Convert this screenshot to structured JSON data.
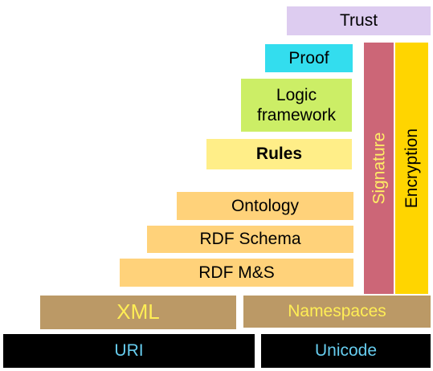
{
  "layers": {
    "trust": {
      "label": "Trust",
      "bg": "#ddccf0",
      "fg": "#000000"
    },
    "proof": {
      "label": "Proof",
      "bg": "#33ddee",
      "fg": "#000000"
    },
    "logic": {
      "label": "Logic\nframework",
      "bg": "#ccee66",
      "fg": "#000000"
    },
    "rules": {
      "label": "Rules",
      "bg": "#ffee88",
      "fg": "#000000"
    },
    "ontology": {
      "label": "Ontology",
      "bg": "#ffd27a",
      "fg": "#000000"
    },
    "rdf_schema": {
      "label": "RDF Schema",
      "bg": "#ffd27a",
      "fg": "#000000"
    },
    "rdf_ms": {
      "label": "RDF M&S",
      "bg": "#ffd27a",
      "fg": "#000000"
    },
    "xml": {
      "label": "XML",
      "bg": "#bb9966",
      "fg": "#ffee55"
    },
    "namespaces": {
      "label": "Namespaces",
      "bg": "#bb9966",
      "fg": "#ffee55"
    },
    "uri": {
      "label": "URI",
      "bg": "#000000",
      "fg": "#66ccee"
    },
    "unicode": {
      "label": "Unicode",
      "bg": "#000000",
      "fg": "#66ccee"
    },
    "signature": {
      "label": "Signature",
      "bg": "#cc6677",
      "fg": "#ffee66"
    },
    "encryption": {
      "label": "Encryption",
      "bg": "#ffd500",
      "fg": "#000000"
    }
  }
}
